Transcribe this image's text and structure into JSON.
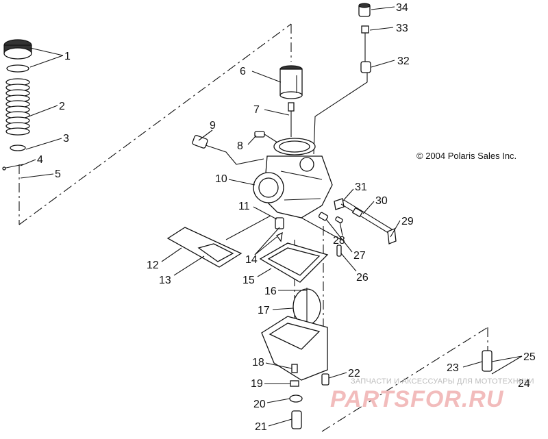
{
  "copyright": "© 2004 Polaris Sales Inc.",
  "watermark": {
    "small": "ЗАПЧАСТИ И АКСЕССУАРЫ ДЛЯ МОТОТЕХНИКИ",
    "brand": "PARTSFOR.RU"
  },
  "callouts": {
    "c1": "1",
    "c2": "2",
    "c3": "3",
    "c4": "4",
    "c5": "5",
    "c6": "6",
    "c7": "7",
    "c8": "8",
    "c9": "9",
    "c10": "10",
    "c11": "11",
    "c12": "12",
    "c13": "13",
    "c14": "14",
    "c15": "15",
    "c16": "16",
    "c17": "17",
    "c18": "18",
    "c19": "19",
    "c20": "20",
    "c21": "21",
    "c22": "22",
    "c23": "23",
    "c24": "24",
    "c25": "25",
    "c26": "26",
    "c27": "27",
    "c28": "28",
    "c29": "29",
    "c30": "30",
    "c31": "31",
    "c32": "32",
    "c33": "33",
    "c34": "34"
  }
}
